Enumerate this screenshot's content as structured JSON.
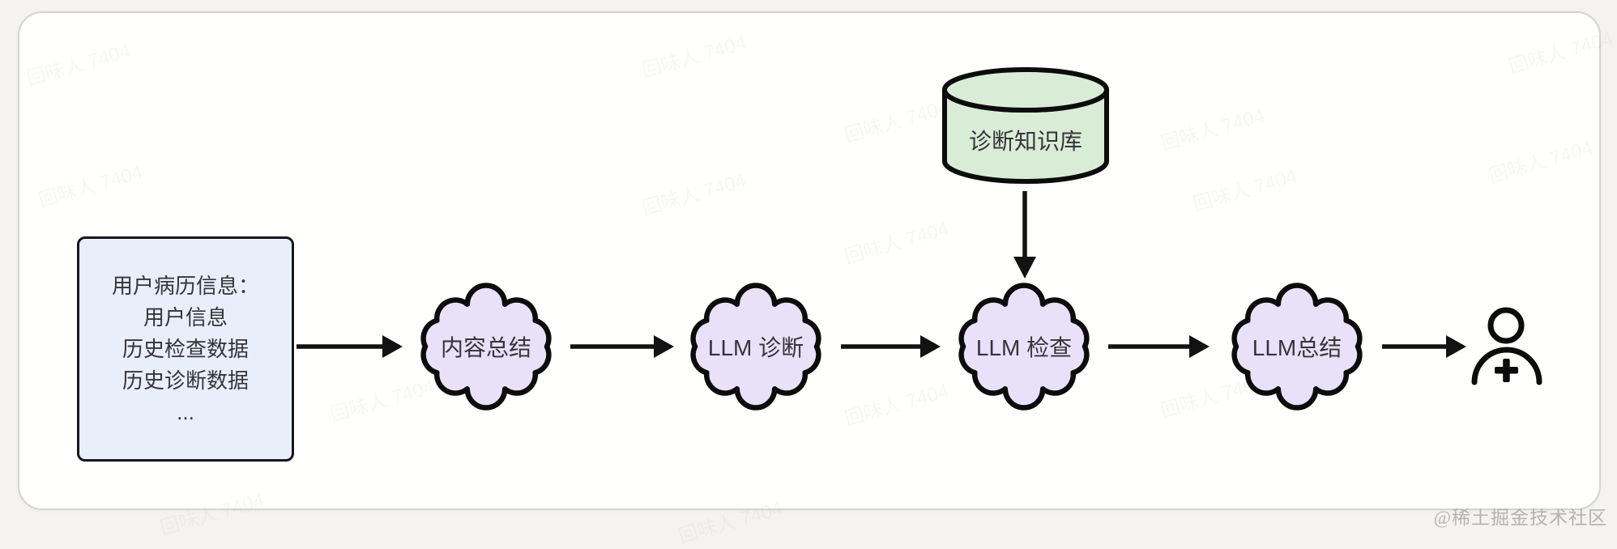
{
  "page": {
    "watermark_text": "回味人 7404",
    "attribution": "@稀土掘金技术社区"
  },
  "diagram": {
    "patient_box": {
      "title": "用户病历信息：",
      "lines": [
        "用户信息",
        "历史检查数据",
        "历史诊断数据",
        "..."
      ]
    },
    "knowledge_base": {
      "label": "诊断知识库"
    },
    "steps": [
      {
        "label": "内容总结"
      },
      {
        "label": "LLM 诊断"
      },
      {
        "label": "LLM 检查"
      },
      {
        "label": "LLM总结"
      }
    ],
    "colors": {
      "cloud_fill": "#e8e1f8",
      "patient_box_fill": "#e9eefb",
      "knowledge_base_fill": "#d9edd6",
      "outline": "#0c0c0c"
    }
  }
}
